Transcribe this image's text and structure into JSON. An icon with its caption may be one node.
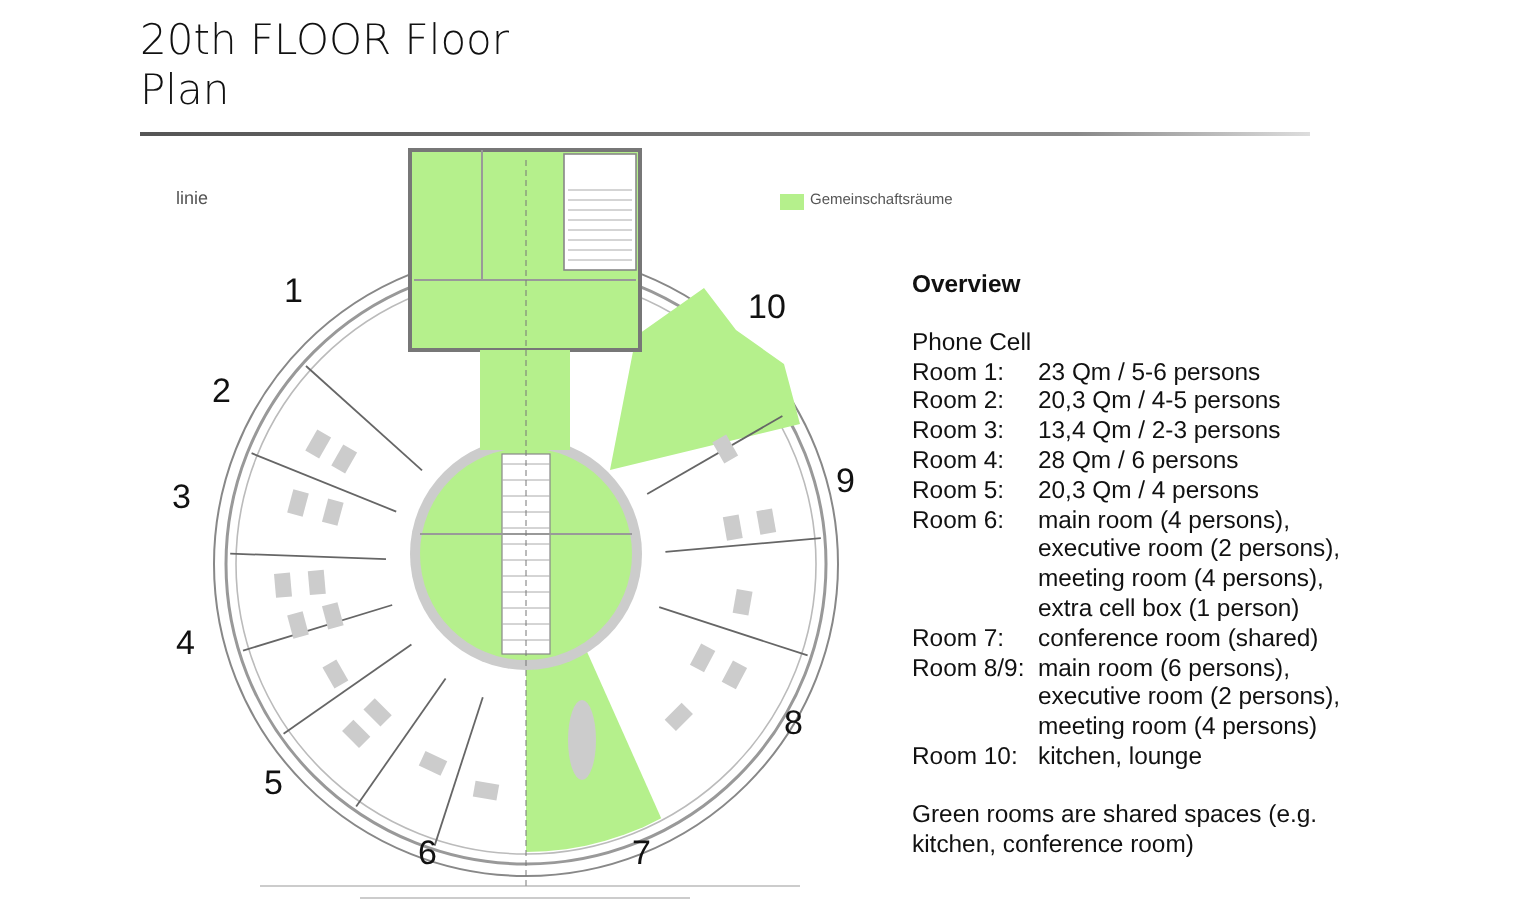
{
  "diagram": {
    "title": "20th FLOOR Floor Plan",
    "labels": [
      "linie",
      "1",
      "10",
      "2",
      "9",
      "3",
      "4",
      "8",
      "5",
      "6",
      "7",
      "Overview",
      "Phone Cell",
      "Room 1:",
      "23 Qm / 5-6 persons",
      "Room 2:",
      "20,3 Qm / 4-5 persons",
      "Room 3:",
      "13,4 Qm / 2-3 persons",
      "Room 4:",
      "28 Qm / 6 persons",
      "Room 5:",
      "20,3 Qm / 4 persons",
      "Room 6:",
      "main room (4 persons), executive room (2 persons), meeting room (4 persons), extra cell box (1 person)",
      "Room 7:",
      "conference room (shared)",
      "Room 8/9:",
      "main room (6 persons), executive room (2 persons), meeting room (4 persons)",
      "Room 10:",
      "kitchen, lounge",
      "Green rooms are shared spaces (e.g. kitchen, conference room)"
    ],
    "legend": [
      {
        "text": "Gemeinschaftsräume",
        "color": "#b5f08c"
      }
    ]
  }
}
